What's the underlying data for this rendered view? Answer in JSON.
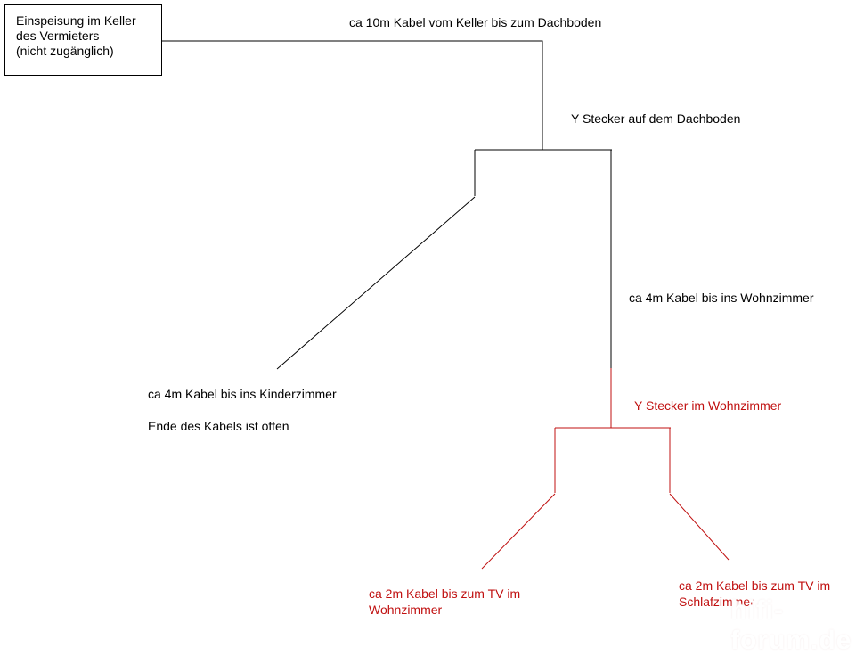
{
  "source_box": {
    "lines": [
      "Einspeisung im Keller",
      "des Vermieters",
      "(nicht zugänglich)"
    ]
  },
  "labels": {
    "cable_basement_attic": "ca 10m Kabel vom Keller bis zum Dachboden",
    "splitter_attic": "Y Stecker auf dem Dachboden",
    "cable_living_room": "ca 4m Kabel bis ins Wohnzimmer",
    "cable_kids_room": "ca 4m Kabel bis ins Kinderzimmer",
    "cable_end_open": "Ende des Kabels ist offen",
    "splitter_living_room": "Y Stecker im Wohnzimmer",
    "tv_living_room": [
      "ca 2m Kabel bis zum TV im",
      "Wohnzimmer"
    ],
    "tv_bedroom": [
      "ca 2m Kabel bis zum TV im",
      "Schlafzimmer"
    ]
  },
  "watermark": "hifi-forum.de",
  "colors": {
    "black_line": "#000000",
    "red_line": "#c01010"
  }
}
